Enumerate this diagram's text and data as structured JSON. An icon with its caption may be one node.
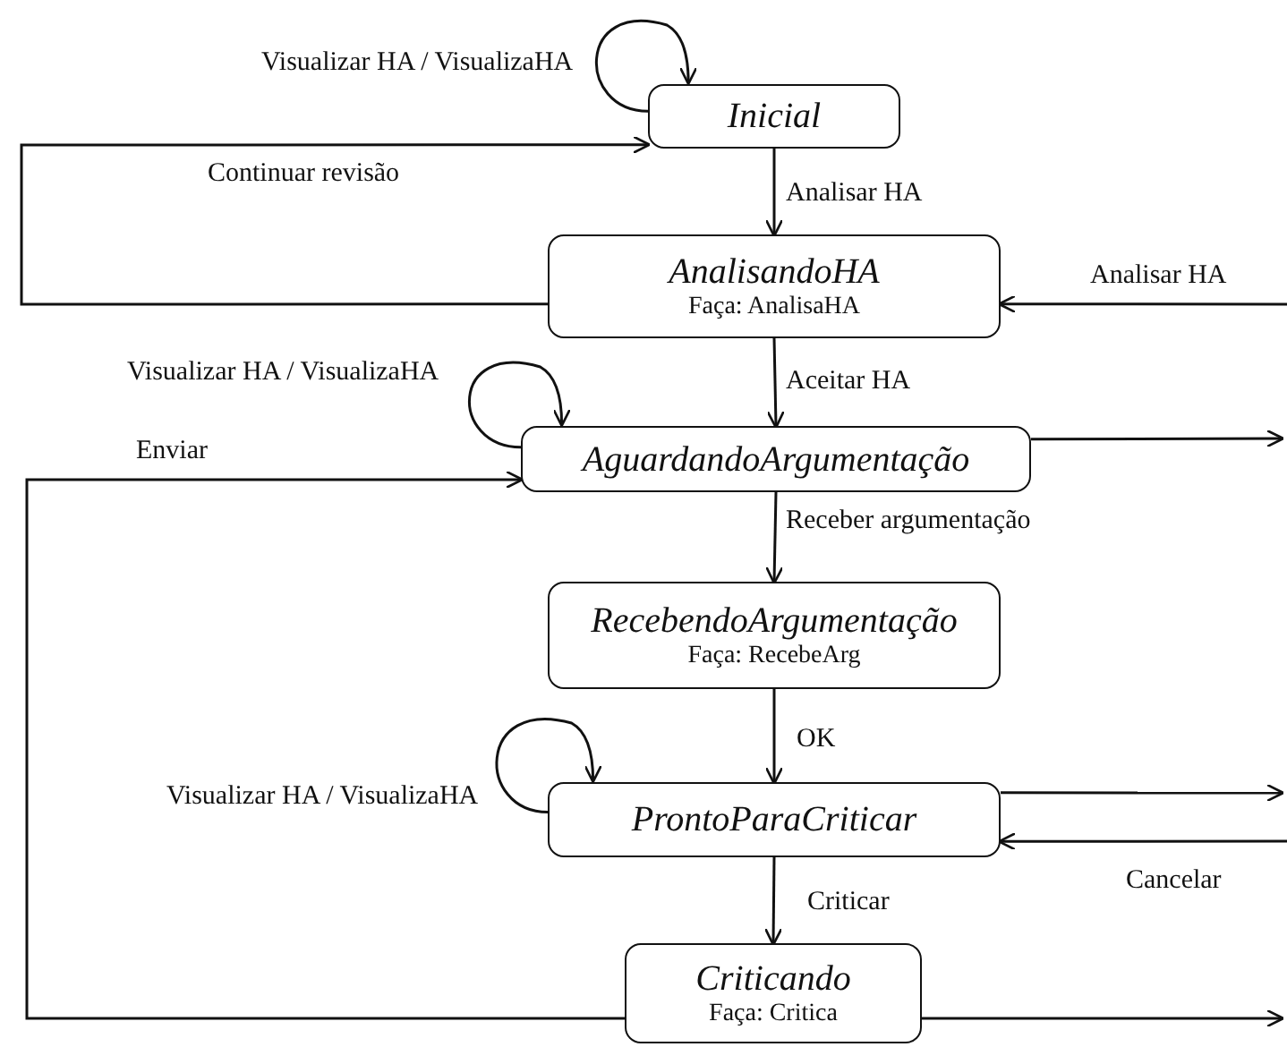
{
  "diagram": {
    "nodes": [
      {
        "text": [
          "Inicial"
        ]
      },
      {
        "text": [
          "AnalisandoHA",
          "Faça: AnalisaHA"
        ]
      },
      {
        "text": [
          "AguardandoArgumentação"
        ]
      },
      {
        "text": [
          "RecebendoArgumentação",
          "Faça: RecebeArg"
        ]
      },
      {
        "text": [
          "ProntoParaCriticar"
        ]
      },
      {
        "text": [
          "Criticando",
          "Faça: Critica"
        ]
      }
    ],
    "edges": [
      {
        "from": 0,
        "to": 0,
        "arrow": "to",
        "label": "Visualizar HA / VisualizaHA"
      },
      {
        "from": 1,
        "to": 0,
        "arrow": "to",
        "label": "Continuar revisão"
      },
      {
        "from": 0,
        "to": 1,
        "arrow": "to",
        "label": "Analisar HA"
      },
      {
        "from": null,
        "to": 1,
        "arrow": "to",
        "label": "Analisar HA"
      },
      {
        "from": 1,
        "to": 2,
        "arrow": "to",
        "label": "Aceitar HA"
      },
      {
        "from": 2,
        "to": 2,
        "arrow": "to",
        "label": "Visualizar HA / VisualizaHA"
      },
      {
        "from": 2,
        "to": null,
        "arrow": "to"
      },
      {
        "from": 2,
        "to": 3,
        "arrow": "to",
        "label": "Receber argumentação"
      },
      {
        "from": 3,
        "to": 4,
        "arrow": "to",
        "label": "OK"
      },
      {
        "from": 4,
        "to": 4,
        "arrow": "to",
        "label": "Visualizar HA / VisualizaHA"
      },
      {
        "from": 4,
        "to": null,
        "arrow": "to"
      },
      {
        "from": null,
        "to": 4,
        "arrow": "to",
        "label": "Cancelar"
      },
      {
        "from": 4,
        "to": 5,
        "arrow": "to",
        "label": "Criticar"
      },
      {
        "from": 5,
        "to": 2,
        "arrow": "to",
        "label": "Enviar"
      },
      {
        "from": 5,
        "to": null,
        "arrow": "to"
      }
    ]
  }
}
